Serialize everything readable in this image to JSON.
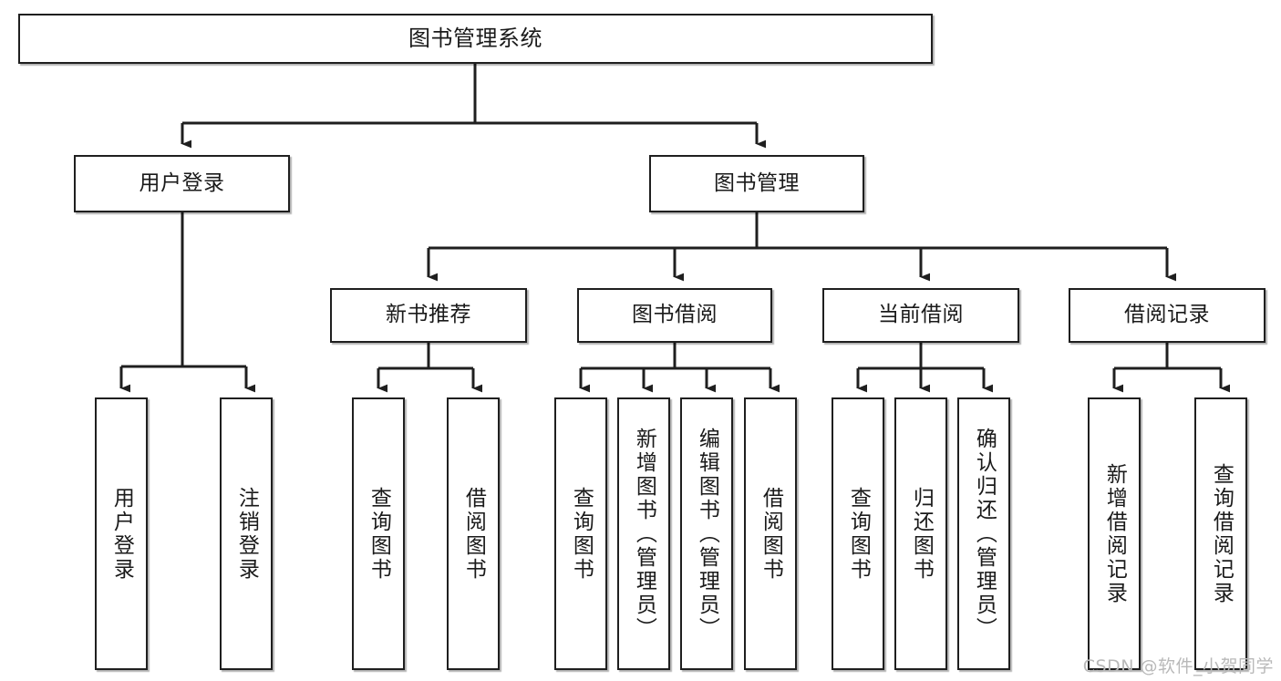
{
  "diagram": {
    "title": "图书管理系统",
    "watermark": "CSDN @软件_小贺同学",
    "line_color": "#1f1f1f",
    "box_fill": "#ffffff",
    "text_color": "#1a1a1a",
    "levels": {
      "level1": [
        {
          "id": "root",
          "label": "图书管理系统",
          "orientation": "horizontal"
        }
      ],
      "level2": [
        {
          "id": "user-login",
          "label": "用户登录",
          "orientation": "horizontal"
        },
        {
          "id": "book-manage",
          "label": "图书管理",
          "orientation": "horizontal"
        }
      ],
      "level3": [
        {
          "id": "new-book-recommend",
          "label": "新书推荐",
          "orientation": "horizontal"
        },
        {
          "id": "book-borrow",
          "label": "图书借阅",
          "orientation": "horizontal"
        },
        {
          "id": "current-borrow",
          "label": "当前借阅",
          "orientation": "horizontal"
        },
        {
          "id": "borrow-record",
          "label": "借阅记录",
          "orientation": "horizontal"
        }
      ],
      "level4": [
        {
          "id": "leaf-user-login",
          "label": "用户登录",
          "orientation": "vertical",
          "parent": "user-login"
        },
        {
          "id": "leaf-logout",
          "label": "注销登录",
          "orientation": "vertical",
          "parent": "user-login"
        },
        {
          "id": "leaf-query-book-1",
          "label": "查询图书",
          "orientation": "vertical",
          "parent": "new-book-recommend"
        },
        {
          "id": "leaf-borrow-book-1",
          "label": "借阅图书",
          "orientation": "vertical",
          "parent": "new-book-recommend"
        },
        {
          "id": "leaf-query-book-2",
          "label": "查询图书",
          "orientation": "vertical",
          "parent": "book-borrow"
        },
        {
          "id": "leaf-add-book",
          "label": "新增图书（管理员）",
          "orientation": "vertical",
          "parent": "book-borrow"
        },
        {
          "id": "leaf-edit-book",
          "label": "编辑图书（管理员）",
          "orientation": "vertical",
          "parent": "book-borrow"
        },
        {
          "id": "leaf-borrow-book-2",
          "label": "借阅图书",
          "orientation": "vertical",
          "parent": "book-borrow"
        },
        {
          "id": "leaf-query-book-3",
          "label": "查询图书",
          "orientation": "vertical",
          "parent": "current-borrow"
        },
        {
          "id": "leaf-return-book",
          "label": "归还图书",
          "orientation": "vertical",
          "parent": "current-borrow"
        },
        {
          "id": "leaf-confirm-return",
          "label": "确认归还（管理员）",
          "orientation": "vertical",
          "parent": "current-borrow"
        },
        {
          "id": "leaf-add-record",
          "label": "新增借阅记录",
          "orientation": "vertical",
          "parent": "borrow-record"
        },
        {
          "id": "leaf-query-record",
          "label": "查询借阅记录",
          "orientation": "vertical",
          "parent": "borrow-record"
        }
      ]
    }
  }
}
